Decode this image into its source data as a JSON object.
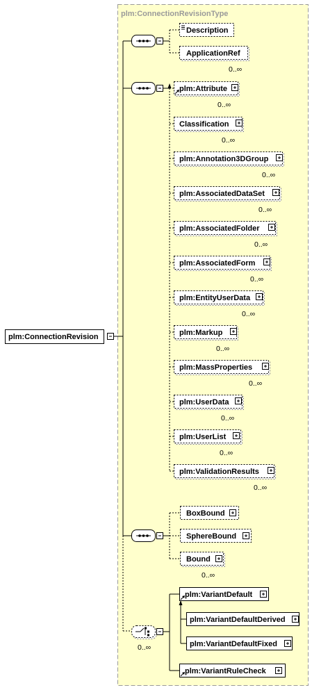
{
  "diagram": {
    "type_title": "plm:ConnectionRevisionType",
    "root": "plm:ConnectionRevision",
    "groups": {
      "group1": {
        "elements": [
          {
            "label": "Description",
            "occurs": ""
          },
          {
            "label": "ApplicationRef",
            "occurs": "0..∞"
          }
        ]
      },
      "group2": {
        "elements": [
          {
            "label": "plm:Attribute",
            "occurs": "0..∞"
          },
          {
            "label": "Classification",
            "occurs": "0..∞"
          },
          {
            "label": "plm:Annotation3DGroup",
            "occurs": "0..∞"
          },
          {
            "label": "plm:AssociatedDataSet",
            "occurs": "0..∞"
          },
          {
            "label": "plm:AssociatedFolder",
            "occurs": "0..∞"
          },
          {
            "label": "plm:AssociatedForm",
            "occurs": "0..∞"
          },
          {
            "label": "plm:EntityUserData",
            "occurs": "0..∞"
          },
          {
            "label": "plm:Markup",
            "occurs": "0..∞"
          },
          {
            "label": "plm:MassProperties",
            "occurs": "0..∞"
          },
          {
            "label": "plm:UserData",
            "occurs": "0..∞"
          },
          {
            "label": "plm:UserList",
            "occurs": "0..∞"
          },
          {
            "label": "plm:ValidationResults",
            "occurs": "0..∞"
          }
        ]
      },
      "group3": {
        "elements": [
          {
            "label": "BoxBound",
            "occurs": ""
          },
          {
            "label": "SphereBound",
            "occurs": ""
          },
          {
            "label": "Bound",
            "occurs": "0..∞"
          }
        ]
      },
      "group4": {
        "occurs": "0..∞",
        "elements": [
          {
            "label": "plm:VariantDefault",
            "occurs": ""
          },
          {
            "label": "plm:VariantDefaultDerived",
            "occurs": ""
          },
          {
            "label": "plm:VariantDefaultFixed",
            "occurs": ""
          },
          {
            "label": "plm:VariantRuleCheck",
            "occurs": ""
          }
        ]
      }
    }
  }
}
